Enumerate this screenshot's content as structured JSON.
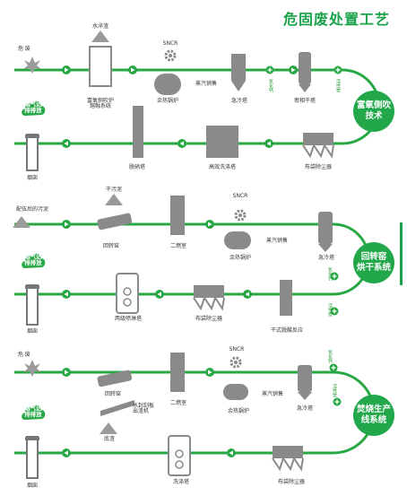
{
  "title": "危固废处置工艺",
  "colors": {
    "green": "#27a844",
    "equip": "#8a8a8a",
    "dark": "#555555"
  },
  "icons": [
    "fire-burst-icon",
    "smoke-cloud-icon",
    "gear-icon",
    "flow-arrow-icon",
    "plus-node-icon"
  ],
  "sections": [
    {
      "badge": [
        "富氧侧吹",
        "技术"
      ],
      "input": "危 废",
      "smoke_label": [
        "烟气达",
        "排排放"
      ],
      "stack": "烟囱",
      "top_labels": {
        "slag": "水淬渣",
        "snc": "SNCR"
      },
      "equip": [
        "富氧侧吹炉\n熔融系统",
        "余热锅炉",
        "急冷塔",
        "密相干塔",
        "脱硝塔",
        "高效洗涤塔",
        "布袋除尘器"
      ],
      "side_labels": [
        "蒸汽销售",
        "氧化钙",
        "活性炭"
      ]
    },
    {
      "badge": [
        "回转窑",
        "烘干系统"
      ],
      "input": "配伍后的污泥",
      "smoke_label": [
        "烟气达",
        "排排放"
      ],
      "stack": "烟囱",
      "top_labels": {
        "sludge": "干污泥",
        "snc": "SNCR"
      },
      "equip": [
        "回转窑",
        "二燃室",
        "余热锅炉",
        "急冷塔",
        "两级喷淋塔",
        "布袋除尘器",
        "干式脱酸反应"
      ],
      "side_labels": [
        "蒸汽销售",
        "氧化钙",
        "活性炭"
      ]
    },
    {
      "badge": [
        "焚烧生产",
        "线系统"
      ],
      "input": "危 废",
      "smoke_label": [
        "烟气达",
        "排排放"
      ],
      "stack": "烟囱",
      "top_labels": {
        "snc": "SNCR"
      },
      "equip": [
        "回转窑",
        "水封刮板\n出渣机",
        "二燃室",
        "余热锅炉",
        "急冷塔",
        "洗涤塔",
        "布袋除尘器"
      ],
      "extra": "底渣",
      "side_labels": [
        "蒸汽销售",
        "氧化钙",
        "活性炭"
      ]
    }
  ]
}
